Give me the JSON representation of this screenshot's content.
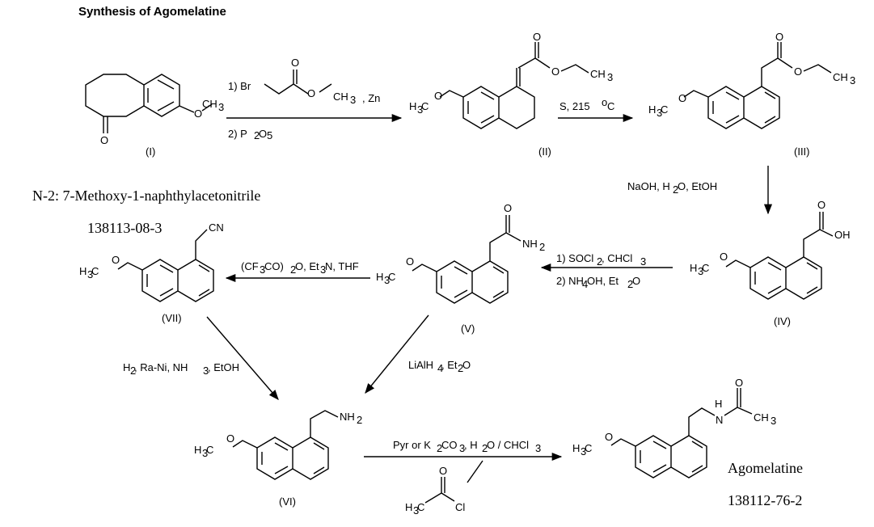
{
  "title": "Synthesis of Agomelatine",
  "intermediate": {
    "name": "N-2: 7-Methoxy-1-naphthylacetonitrile",
    "cas": "138113-08-3"
  },
  "product": {
    "name": "Agomelatine",
    "cas": "138112-76-2"
  },
  "compounds": {
    "I": "(I)",
    "II": "(II)",
    "III": "(III)",
    "IV": "(IV)",
    "V": "(V)",
    "VI": "(VI)",
    "VII": "(VII)"
  },
  "groups": {
    "och3": "O",
    "h3c": "H",
    "ketone_o": "O",
    "ester_o": "O",
    "ch3": "CH",
    "cooh_o": "O",
    "oh": "OH",
    "amide_o": "O",
    "nh2": "NH",
    "cn": "CN",
    "nh": "N",
    "acetyl_o": "O",
    "br": "Br",
    "cl": "Cl",
    "sub_3": "3",
    "sub_2": "2"
  },
  "reagents": {
    "step1_a": "1)  Br",
    "step1_b": ", Zn",
    "step1_c": "2) P",
    "step2": "S, 215",
    "step2_unit": "C",
    "step3": "NaOH, H",
    "step3_b": "O, EtOH",
    "step4_a": "1) SOCl",
    "step4_a2": ", CHCl",
    "step4_b": "2) NH",
    "step4_b2": "OH, Et",
    "step4_b3": "O",
    "step5": "(CF",
    "step5_b": "CO)",
    "step5_c": "O, Et",
    "step5_d": "N, THF",
    "step6": "H",
    "step6_b": ", Ra-Ni, NH",
    "step6_c": ", EtOH",
    "step7": "LiAlH",
    "step7_b": ", Et",
    "step7_c": "O",
    "step8": "Pyr or K",
    "step8_b": "CO",
    "step8_c": ", H",
    "step8_d": "O / CHCl"
  }
}
